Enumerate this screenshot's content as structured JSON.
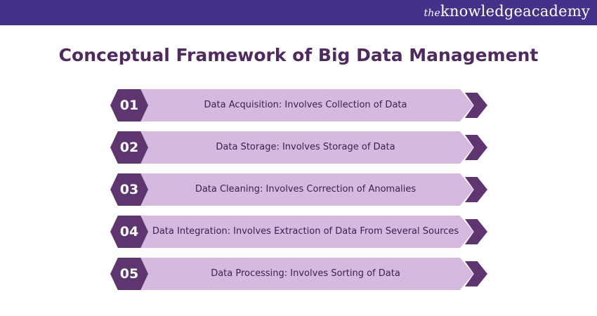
{
  "header": {
    "logo_prefix": "the",
    "logo_text": "knowledgeacademy"
  },
  "title": "Conceptual Framework of Big Data Management",
  "steps": [
    {
      "number": "01",
      "text": "Data Acquisition: Involves Collection of Data"
    },
    {
      "number": "02",
      "text": "Data Storage: Involves Storage of Data"
    },
    {
      "number": "03",
      "text": "Data Cleaning: Involves Correction of Anomalies"
    },
    {
      "number": "04",
      "text": "Data Integration: Involves Extraction of Data From Several Sources"
    },
    {
      "number": "05",
      "text": "Data Processing: Involves Sorting of Data"
    }
  ],
  "colors": {
    "header": "#44318a",
    "dark": "#5f3570",
    "light": "#d5b9de",
    "title": "#4e2a5e"
  }
}
